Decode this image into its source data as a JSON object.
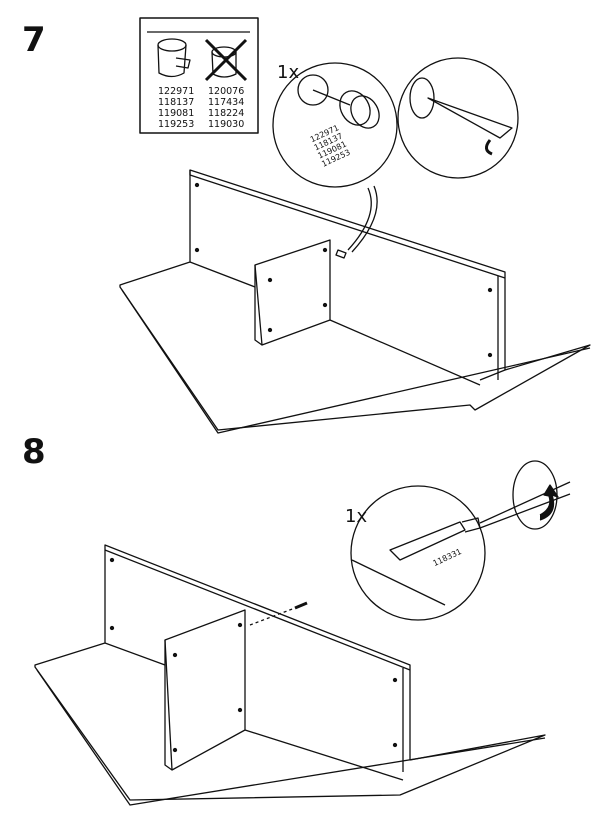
{
  "steps": [
    {
      "number": "7",
      "parts_box": {
        "allowed_codes": [
          "122971",
          "118137",
          "119081",
          "119253"
        ],
        "forbidden_codes": [
          "120076",
          "117434",
          "118224",
          "119030"
        ]
      },
      "quantity": "1x",
      "detail_codes": [
        "122971",
        "118137",
        "119081",
        "119253"
      ]
    },
    {
      "number": "8",
      "quantity": "1x",
      "detail_code": "118331"
    }
  ]
}
